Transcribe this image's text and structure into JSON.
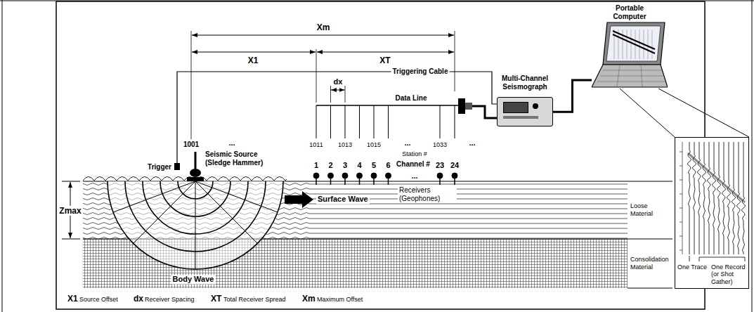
{
  "diagram": {
    "nodes": [
      {
        "text": [
          "Multi-Channel Seismograph"
        ]
      },
      {
        "text": [
          "Portable Computer"
        ]
      },
      {
        "text": [
          "One Trace",
          "One Record (or Shot Gather)"
        ]
      }
    ],
    "edges": [
      {
        "from": 0,
        "to": 1,
        "arrow": "none"
      },
      {
        "from": 1,
        "to": 2,
        "arrow": "none"
      }
    ],
    "labels": [
      "Xm",
      "X1",
      "XT",
      "Triggering Cable",
      "dx",
      "Data Line",
      "1001",
      "...",
      "1011",
      "1013",
      "1015",
      "...",
      "1033",
      "...",
      "Station #",
      "Channel #",
      "Trigger",
      "Seismic Source (Sledge Hammer)",
      "1",
      "2",
      "3",
      "4",
      "5",
      "6",
      "23",
      "24",
      "...",
      "Receivers (Geophones)",
      "Surface Wave",
      "Zmax",
      "Body Wave",
      "Loose Material",
      "Consolidation Material",
      "X1",
      "Source Offset",
      "dx",
      "Receiver Spacing",
      "XT",
      "Total Receiver Spread",
      "Xm",
      "Maximum Offset"
    ]
  }
}
